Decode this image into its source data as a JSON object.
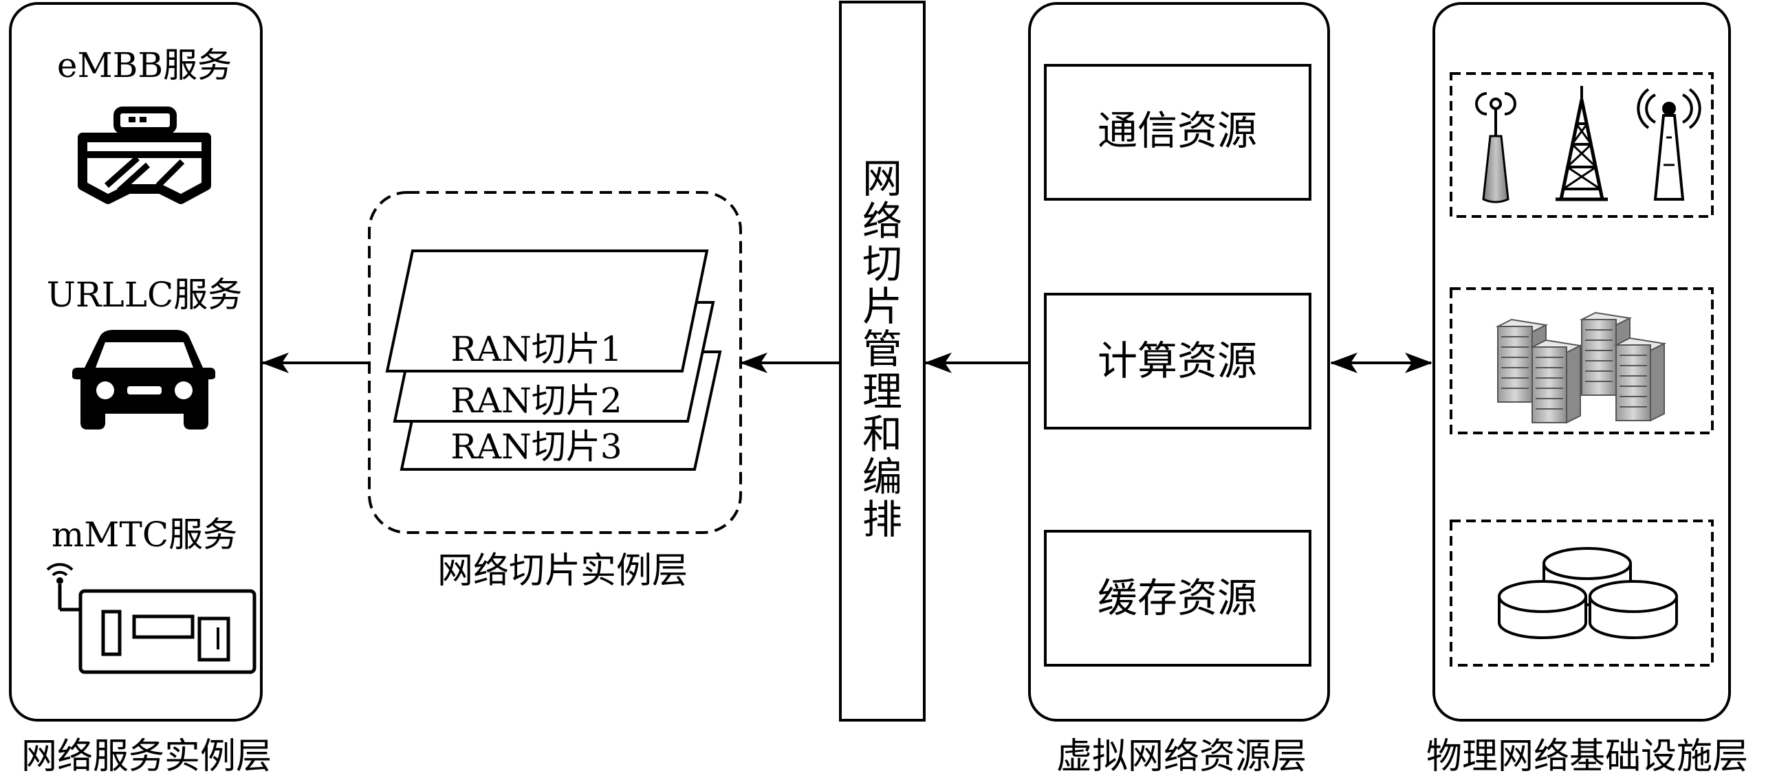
{
  "layers": {
    "service": {
      "caption": "网络服务实例层",
      "items": [
        {
          "label": "eMBB服务",
          "icon": "vr-headset-icon"
        },
        {
          "label": "URLLC服务",
          "icon": "car-icon"
        },
        {
          "label": "mMTC服务",
          "icon": "iot-device-icon"
        }
      ]
    },
    "slice": {
      "caption": "网络切片实例层",
      "slices": [
        "RAN切片1",
        "RAN切片2",
        "RAN切片3"
      ]
    },
    "orchestration": {
      "label": "网络切片管理和编排"
    },
    "virtual": {
      "caption": "虚拟网络资源层",
      "resources": [
        "通信资源",
        "计算资源",
        "缓存资源"
      ]
    },
    "physical": {
      "caption": "物理网络基础设施层",
      "groups": [
        {
          "icon": "base-station-icons"
        },
        {
          "icon": "server-rack-icons"
        },
        {
          "icon": "storage-disk-icons"
        }
      ]
    }
  }
}
